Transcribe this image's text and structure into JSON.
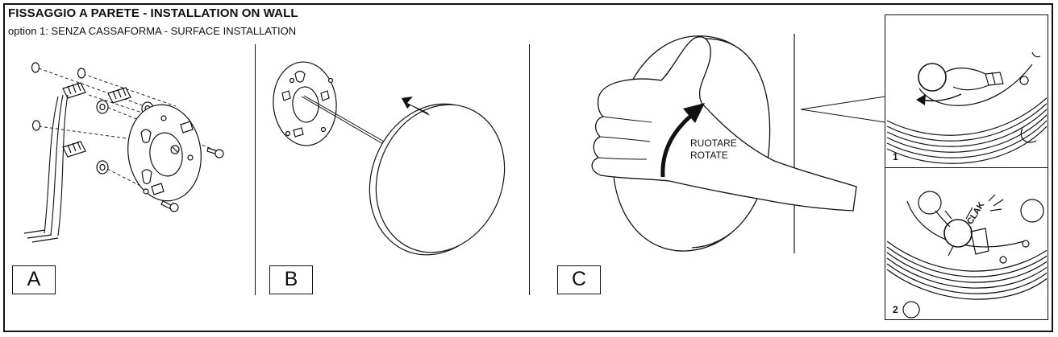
{
  "header": {
    "title": "FISSAGGIO A PARETE - INSTALLATION ON WALL",
    "subtitle": "option 1: SENZA CASSAFORMA - SURFACE INSTALLATION"
  },
  "steps": [
    {
      "label": "A"
    },
    {
      "label": "B"
    },
    {
      "label": "C"
    }
  ],
  "rotate_instruction": {
    "line1": "RUOTARE",
    "line2": "ROTATE"
  },
  "insets": [
    {
      "number": "1"
    },
    {
      "number": "2",
      "sound": "CLAK"
    }
  ],
  "icons": [
    "screw-icon",
    "wall-plug-icon",
    "washer-icon",
    "mounting-plate-icon",
    "lamp-disc-icon",
    "hand-icon",
    "arrow-icon",
    "clip-icon",
    "bulb-icon"
  ]
}
